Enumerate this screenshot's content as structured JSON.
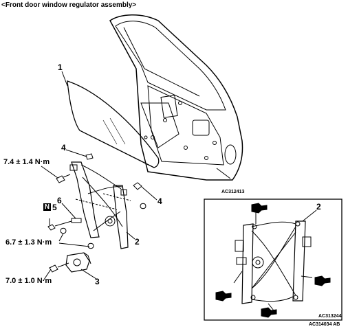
{
  "title": "<Front door window regulator assembly>",
  "callouts": {
    "part1": "1",
    "part2_main": "2",
    "part2_inset": "2",
    "part3": "3",
    "part4_upper": "4",
    "part4_right": "4",
    "part5": "5",
    "part5_badge": "N",
    "part6": "6"
  },
  "torques": {
    "upper_bolt": "7.4 ± 1.4 N·m",
    "regulator_bolts": "6.7 ± 1.3 N·m",
    "motor_bolt": "7.0 ± 1.0 N·m"
  },
  "figure_codes": {
    "door": "AC312413",
    "inset": "AC313244",
    "composite": "AC314034 AB"
  }
}
